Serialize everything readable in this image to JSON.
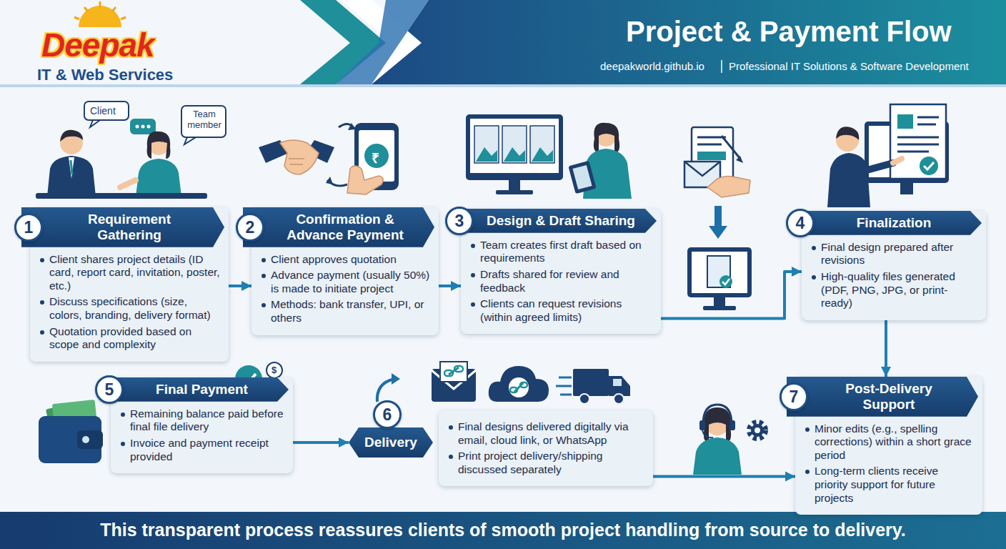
{
  "diagram": {
    "title": "Project & Payment Flow",
    "caption": "This transparent process reassures clients of smooth project handling from source to delivery.",
    "nodes": [
      {
        "text": [
          "Requirement Gathering",
          "Client shares project details (ID card, report card, invitation, poster, etc.)",
          "Discuss specifications (size, colors, branding, delivery format)",
          "Quotation provided based on scope and complexity"
        ]
      },
      {
        "text": [
          "1"
        ],
        "in": 0
      },
      {
        "text": [
          "Confirmation & Advance Payment",
          "Client approves quotation",
          "Advance payment (usually 50%) is made to initiate project",
          "Methods: bank transfer, UPI, or others"
        ]
      },
      {
        "text": [
          "2"
        ],
        "in": 2
      },
      {
        "text": [
          "Design & Draft Sharing",
          "Team creates first draft based on requirements",
          "Drafts shared for review and feedback",
          "Clients can request revisions (within agreed limits)"
        ]
      },
      {
        "text": [
          "3"
        ],
        "in": 4
      },
      {
        "text": [
          "Finalization",
          "Final design prepared after revisions",
          "High-quality files generated (PDF, PNG, JPG, or print-ready)"
        ]
      },
      {
        "text": [
          "4"
        ],
        "in": 6
      },
      {
        "text": [
          "Final Payment",
          "Remaining balance paid before final file delivery",
          "Invoice and payment receipt provided"
        ]
      },
      {
        "text": [
          "5"
        ],
        "in": 8
      },
      {
        "text": [
          "Delivery",
          "Final designs delivered digitally via email, cloud link, or WhatsApp",
          "Print project delivery/shipping discussed separately"
        ]
      },
      {
        "text": [
          "6"
        ],
        "in": 10
      },
      {
        "text": [
          "Post-Delivery Support",
          "Minor edits (e.g., spelling corrections) within a short grace period",
          "Long-term clients receive priority support for future projects"
        ]
      },
      {
        "text": [
          "7"
        ],
        "in": 12
      }
    ],
    "edges": [
      {
        "from": 0,
        "to": 2,
        "arrow": "to"
      },
      {
        "from": 2,
        "to": 4,
        "arrow": "to"
      },
      {
        "from": 4,
        "to": 6,
        "arrow": "to"
      },
      {
        "from": 6,
        "to": 12,
        "arrow": "to"
      },
      {
        "from": 8,
        "to": 10,
        "arrow": "to"
      },
      {
        "from": 10,
        "to": 12,
        "arrow": "to"
      }
    ],
    "labels": [
      "Deepak",
      "IT & Web Services",
      "deepakworld.github.io",
      "Professional IT Solutions & Software Development",
      "Client",
      "Team member",
      "₹",
      "$",
      "$"
    ]
  }
}
